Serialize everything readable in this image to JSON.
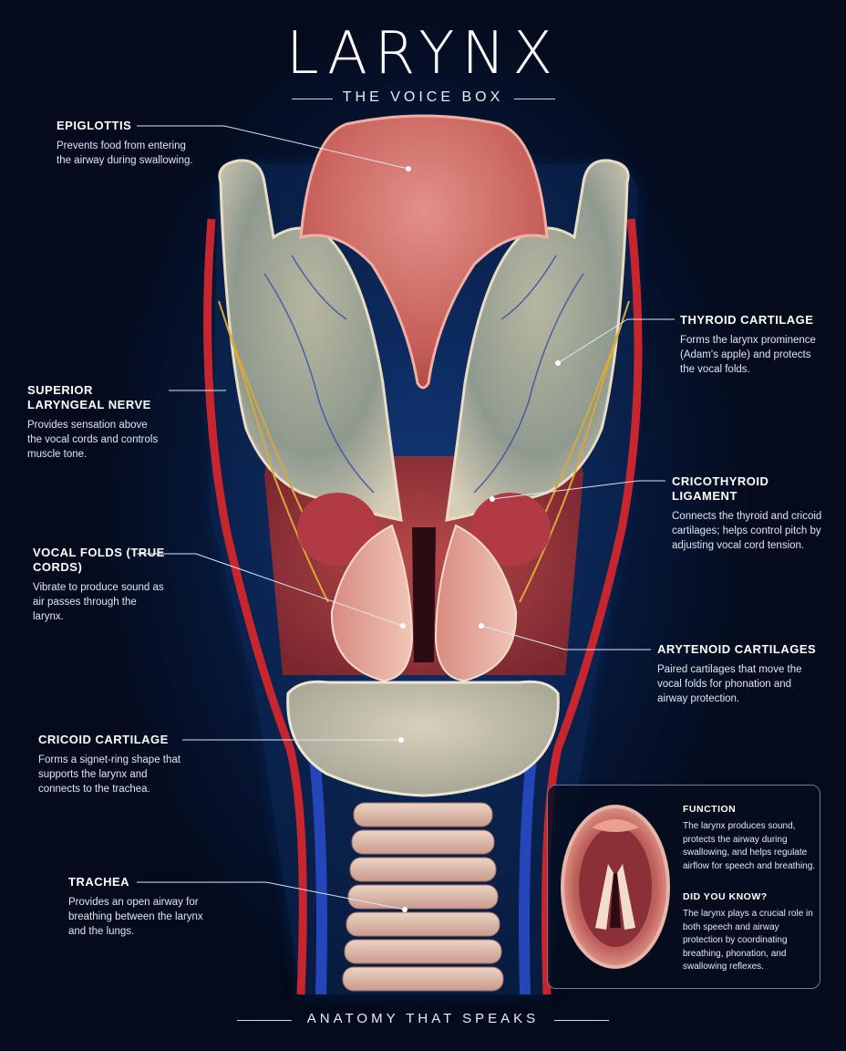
{
  "title": "LARYNX",
  "subtitle": "THE VOICE BOX",
  "footer": "ANATOMY THAT SPEAKS",
  "labels": {
    "epiglottis": {
      "name": "EPIGLOTTIS",
      "desc": "Prevents food from entering the airway during swallowing."
    },
    "superior_laryngeal_nerve": {
      "name": "SUPERIOR LARYNGEAL NERVE",
      "desc": "Provides sensation above the vocal cords and controls muscle tone."
    },
    "vocal_folds": {
      "name": "VOCAL FOLDS (TRUE CORDS)",
      "desc": "Vibrate to produce sound as air passes through the larynx."
    },
    "cricoid_cartilage": {
      "name": "CRICOID CARTILAGE",
      "desc": "Forms a signet-ring shape that supports the larynx and connects to the trachea."
    },
    "trachea": {
      "name": "TRACHEA",
      "desc": "Provides an open airway for breathing between the larynx and the lungs."
    },
    "thyroid_cartilage": {
      "name": "THYROID CARTILAGE",
      "desc": "Forms the larynx prominence (Adam's apple) and protects the vocal folds."
    },
    "cricothyroid_ligament": {
      "name": "CRICOTHYROID LIGAMENT",
      "desc": "Connects the thyroid and cricoid cartilages; helps control pitch by adjusting vocal cord tension."
    },
    "arytenoid_cartilages": {
      "name": "ARYTENOID CARTILAGES",
      "desc": "Paired cartilages that move the vocal folds for phonation and airway protection."
    }
  },
  "info_box": {
    "function_heading": "FUNCTION",
    "function_text": "The larynx produces sound, protects the airway during swallowing, and helps regulate airflow for speech and breathing.",
    "fact_heading": "DID YOU KNOW?",
    "fact_text": "The larynx plays a crucial role in both speech and airway protection by coordinating breathing, phonation, and swallowing reflexes."
  },
  "colors": {
    "background": "#071839",
    "glow": "#1d4f9a",
    "cartilage": "#c9c2a8",
    "tissue": "#d9776f",
    "artery": "#c8262e",
    "vein": "#2546b8",
    "nerve": "#d9a83a"
  }
}
